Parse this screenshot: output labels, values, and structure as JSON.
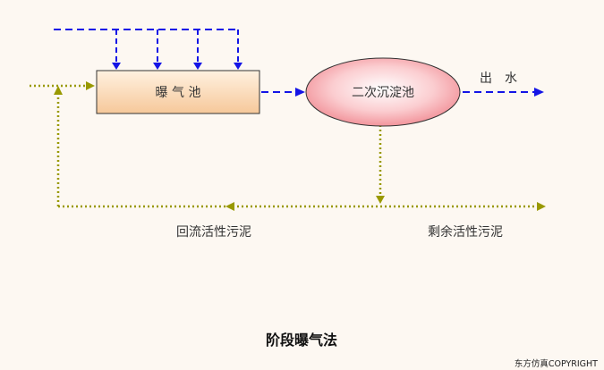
{
  "nodes": {
    "aeration_tank": "曝 气 池",
    "secondary_clarifier": "二次沉淀池"
  },
  "labels": {
    "effluent": "出　水",
    "return_sludge": "回流活性污泥",
    "waste_sludge": "剩余活性污泥"
  },
  "caption": "阶段曝气法",
  "copyright": "东方仿真COPYRIGHT",
  "colors": {
    "air_line": "#1414e6",
    "sludge_line": "#999900",
    "tank_fill_top": "#fff1e0",
    "tank_fill_bottom": "#f6c89a",
    "clarifier_fill_inner": "#ffffff",
    "clarifier_fill_outer": "#f08890"
  }
}
